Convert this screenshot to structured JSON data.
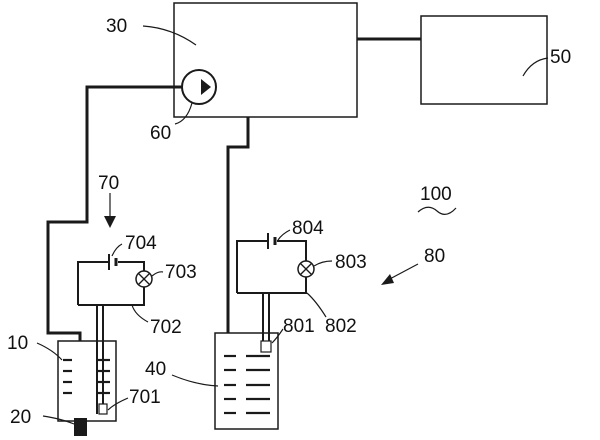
{
  "labels": {
    "controller": "30",
    "external_device": "50",
    "pump": "60",
    "detector_a": "70",
    "detector_a_power": "704",
    "detector_a_lamp": "703",
    "detector_a_wire": "702",
    "detector_a_probe": "701",
    "container_a": "10",
    "container_a_bottom": "20",
    "container_b": "40",
    "detector_b": "80",
    "detector_b_power": "804",
    "detector_b_lamp": "803",
    "detector_b_wire": "802",
    "detector_b_probe": "801",
    "system": "100"
  },
  "colors": {
    "stroke": "#1a1a1a",
    "background": "#ffffff"
  }
}
